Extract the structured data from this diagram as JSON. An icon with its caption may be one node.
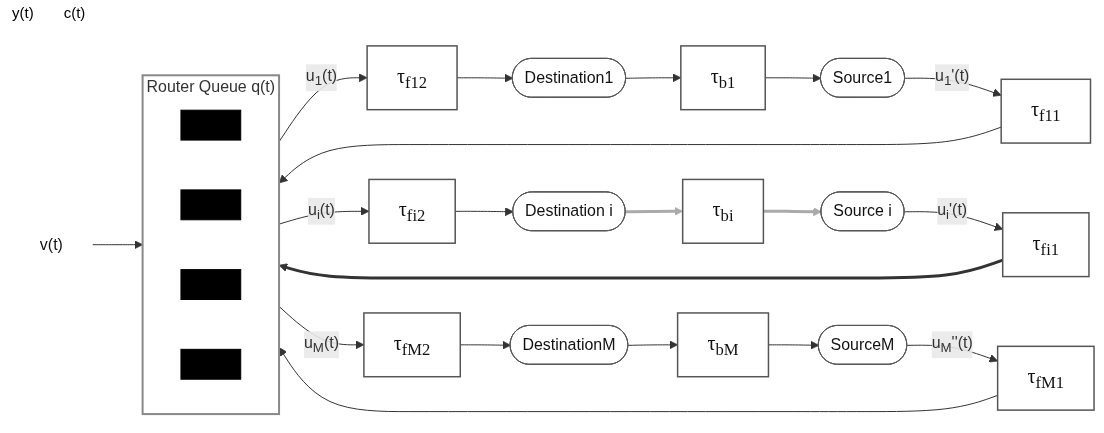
{
  "diagram": {
    "nodes": [
      {
        "text": [
          "Source1"
        ]
      },
      {
        "text": [
          "Source i"
        ]
      },
      {
        "text": [
          "SourceM"
        ]
      },
      {
        "text": [
          "τ$_{f11}$"
        ]
      },
      {
        "text": [
          "τ$_{fi1}$"
        ]
      },
      {
        "text": [
          "τ$_{fM1}$"
        ]
      },
      {
        "text": [
          "v(t)"
        ]
      },
      {
        "text": [
          "Router Queue q(t)"
        ]
      },
      {
        "text": [],
        "shape": "bar",
        "in": 7
      },
      {
        "text": [],
        "shape": "bar",
        "in": 7
      },
      {
        "text": [],
        "shape": "bar",
        "in": 7
      },
      {
        "text": [],
        "shape": "bar",
        "in": 7
      },
      {
        "text": [
          "τ$_{f12}$"
        ]
      },
      {
        "text": [
          "τ$_{fi2}$"
        ]
      },
      {
        "text": [
          "τ$_{fM2}$"
        ]
      },
      {
        "text": [
          "Destination1"
        ]
      },
      {
        "text": [
          "Destination i"
        ]
      },
      {
        "text": [
          "DestinationM"
        ]
      },
      {
        "text": [
          "τ$_{bi}$"
        ]
      },
      {
        "text": [
          "τ$_{b1}$"
        ]
      },
      {
        "text": [
          "τ$_{bM}$"
        ]
      }
    ],
    "edges": [
      {
        "from": 0,
        "to": 3,
        "arrow": "to",
        "label": "u$_{1}$'(t)"
      },
      {
        "from": 1,
        "to": 4,
        "arrow": "to",
        "label": "u$_{i}$'(t)"
      },
      {
        "from": 2,
        "to": 5,
        "arrow": "to",
        "label": "u$_{M}$''(t)"
      },
      {
        "from": 3,
        "to": 7,
        "arrow": "to"
      },
      {
        "from": 4,
        "to": 7,
        "arrow": "to",
        "style": "thick"
      },
      {
        "from": 5,
        "to": 7,
        "arrow": "to"
      },
      {
        "from": 6,
        "to": 7,
        "arrow": "to"
      },
      {
        "from": 7,
        "to": 12,
        "arrow": "to",
        "label": "u$_{1}$(t)"
      },
      {
        "from": 7,
        "to": 13,
        "arrow": "to",
        "label": "u$_{i}$(t)"
      },
      {
        "from": 7,
        "to": 14,
        "arrow": "to",
        "label": "u$_{M}$(t)"
      },
      {
        "from": 12,
        "to": 15,
        "arrow": "to"
      },
      {
        "from": 13,
        "to": 16,
        "arrow": "to"
      },
      {
        "from": 14,
        "to": 17,
        "arrow": "to"
      },
      {
        "from": 15,
        "to": 19,
        "arrow": "to"
      },
      {
        "from": 19,
        "to": 0,
        "arrow": "to"
      },
      {
        "from": 16,
        "to": 18,
        "arrow": "to",
        "style": "thick",
        "color": "#aaaaaa"
      },
      {
        "from": 18,
        "to": 1,
        "arrow": "to",
        "style": "thick",
        "color": "#aaaaaa"
      },
      {
        "from": 17,
        "to": 20,
        "arrow": "to"
      },
      {
        "from": 20,
        "to": 2,
        "arrow": "to"
      }
    ],
    "labels": [
      "y(t)",
      "c(t)"
    ]
  }
}
